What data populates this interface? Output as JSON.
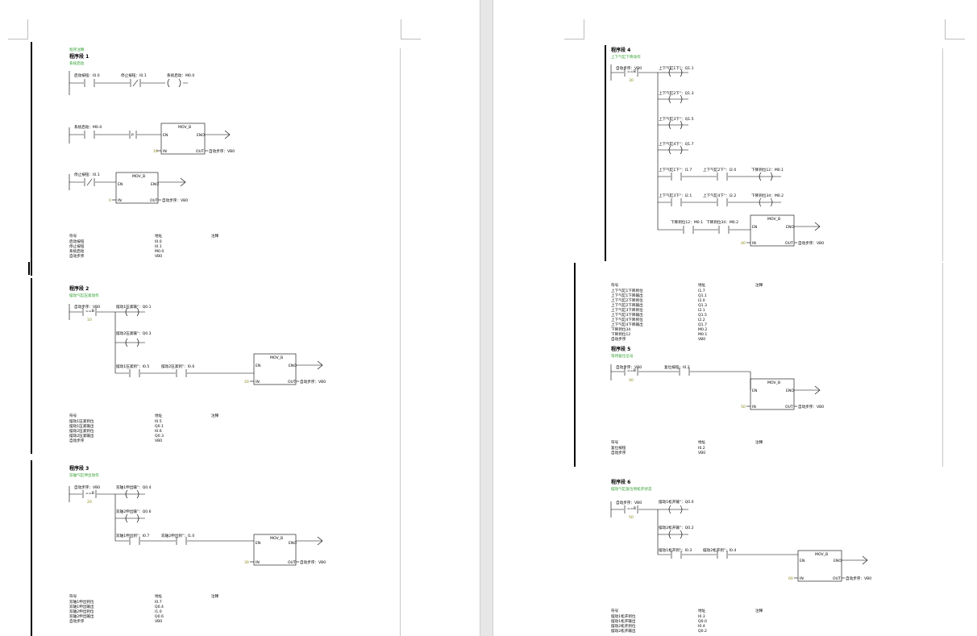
{
  "page_comment": "程序注释",
  "seg1": {
    "title": "程序段 1",
    "comment": "系统启动",
    "c1": "启动按钮：I0.0",
    "c2": "停止按钮：I0.1",
    "coil1": "系统启动：M0.0",
    "c3": "系统启动：M0.0",
    "p": "P",
    "mov1_in": "10",
    "mov1_out": "自动步序：VB0",
    "c4": "停止按钮：I0.1",
    "mov2_in": "0",
    "mov2_out": "自动步序：VB0",
    "sym": {
      "headers": [
        "符号",
        "地址",
        "注释"
      ],
      "rows": [
        [
          "启动按钮",
          "I0.0"
        ],
        [
          "停止按钮",
          "I0.1"
        ],
        [
          "系统启动",
          "M0.0"
        ],
        [
          "自动步序",
          "VB0"
        ]
      ]
    }
  },
  "seg2": {
    "title": "程序段 2",
    "comment": "摆动气缸压紧动作",
    "c1": "自动步序：VB0",
    "cmp": "==B",
    "cmp_val": "10",
    "coil1": "摆动1压紧输\"：Q0.1",
    "coil2": "摆动2压紧输\"：Q0.3",
    "c2": "摆动1压紧到\"：I0.5",
    "c3": "摆动2压紧到\"：I0.6",
    "mov_in": "20",
    "mov_out": "自动步序：VB0",
    "sym": {
      "headers": [
        "符号",
        "地址",
        "注释"
      ],
      "rows": [
        [
          "摆动1压紧到位",
          "I0.5"
        ],
        [
          "摆动1压紧输出",
          "Q0.1"
        ],
        [
          "摆动2压紧到位",
          "I0.6"
        ],
        [
          "摆动2压紧输出",
          "Q0.3"
        ],
        [
          "自动步序",
          "VB0"
        ]
      ]
    }
  },
  "seg3": {
    "title": "程序段 3",
    "comment": "双轴气缸伸出动作",
    "c1": "自动步序：VB0",
    "cmp": "==B",
    "cmp_val": "20",
    "coil1": "双轴1伸出输\"：Q0.4",
    "coil2": "双轴2伸出输\"：Q0.6",
    "c2": "双轴1伸出到\"：I0.7",
    "c3": "双轴2伸出到\"：I1.0",
    "mov_in": "30",
    "mov_out": "自动步序：VB0",
    "sym": {
      "headers": [
        "符号",
        "地址",
        "注释"
      ],
      "rows": [
        [
          "双轴1伸出到位",
          "I0.7"
        ],
        [
          "双轴1伸出输出",
          "Q0.4"
        ],
        [
          "双轴2伸出到位",
          "I1.0"
        ],
        [
          "双轴2伸出输出",
          "Q0.6"
        ],
        [
          "自动步序",
          "VB0"
        ]
      ]
    }
  },
  "seg4": {
    "title": "程序段 4",
    "comment": "上下气缸下降动作",
    "c1": "自动步序：VB0",
    "cmp": "==B",
    "cmp_val": "30",
    "coil1": "上下气缸1下\"：Q1.1",
    "coil2": "上下气缸2下\"：Q1.3",
    "coil3": "上下气缸3下\"：Q1.5",
    "coil4": "上下气缸4下\"：Q1.7",
    "r5c1": "上下气缸1下\"：I1.7",
    "r5c2": "上下气缸2下\"：I2.0",
    "r5coil": "下降到位12：M0.1",
    "r6c1": "上下气缸3下\"：I2.1",
    "r6c2": "上下气缸4下\"：I2.2",
    "r6coil": "下降到位34：M0.2",
    "r7c1": "下降到位12：M0.1",
    "r7c2": "下降到位34：M0.2",
    "mov_in": "40",
    "mov_out": "自动步序：VB0",
    "sym": {
      "headers": [
        "符号",
        "地址",
        "注释"
      ],
      "rows": [
        [
          "上下气缸1下降到位",
          "I1.7"
        ],
        [
          "上下气缸1下降输出",
          "Q1.1"
        ],
        [
          "上下气缸2下降到位",
          "I2.0"
        ],
        [
          "上下气缸2下降输出",
          "Q1.3"
        ],
        [
          "上下气缸3下降到位",
          "I2.1"
        ],
        [
          "上下气缸3下降输出",
          "Q1.5"
        ],
        [
          "上下气缸4下降到位",
          "I2.2"
        ],
        [
          "上下气缸4下降输出",
          "Q1.7"
        ],
        [
          "下降到位34",
          "M0.2"
        ],
        [
          "下降到位12",
          "M0.1"
        ],
        [
          "自动步序",
          "VB0"
        ]
      ]
    }
  },
  "seg5": {
    "title": "程序段 5",
    "comment": "等待复位信号",
    "c1": "自动步序：VB0",
    "cmp": "==B",
    "cmp_val": "40",
    "c2": "复位按钮：I0.2",
    "mov_in": "50",
    "mov_out": "自动步序：VB0",
    "sym": {
      "headers": [
        "符号",
        "地址",
        "注释"
      ],
      "rows": [
        [
          "复位按钮",
          "I0.2"
        ],
        [
          "自动步序",
          "VB0"
        ]
      ]
    }
  },
  "seg6": {
    "title": "程序段 6",
    "comment": "摆动气缸复位到松开状态",
    "c1": "自动步序：VB0",
    "cmp": "==B",
    "cmp_val": "50",
    "coil1": "摆动1松开输\"：Q0.0",
    "coil2": "摆动2松开输\"：Q0.2",
    "c2": "摆动1松开到\"：I0.3",
    "c3": "摆动2松开到\"：I0.4",
    "mov_in": "60",
    "mov_out": "自动步序：VB0",
    "sym": {
      "headers": [
        "符号",
        "地址",
        "注释"
      ],
      "rows": [
        [
          "摆动1松开到位",
          "I0.3"
        ],
        [
          "摆动1松开输出",
          "Q0.0"
        ],
        [
          "摆动2松开到位",
          "I0.4"
        ],
        [
          "摆动2松开输出",
          "Q0.2"
        ]
      ]
    }
  },
  "mov": {
    "name": "MOV_B",
    "en": "EN",
    "eno": "ENO",
    "in": "IN",
    "out": "OUT"
  }
}
